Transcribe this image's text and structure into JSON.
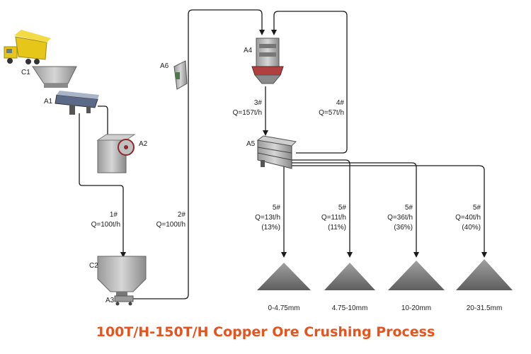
{
  "title": "100T/H-150T/H Copper Ore Crushing Process",
  "colors": {
    "title": "#e8531d",
    "lines": "#1a1a1a",
    "equipment": "#8a8a8a",
    "truck": "#e6c619"
  },
  "equipment": {
    "c1": "C1",
    "a1": "A1",
    "a2": "A2",
    "a6": "A6",
    "c2": "C2",
    "a3": "A3",
    "a4": "A4",
    "a5": "A5"
  },
  "streams": {
    "s1": {
      "id": "1#",
      "q": "Q=100t/h"
    },
    "s2": {
      "id": "2#",
      "q": "Q=100t/h"
    },
    "s3": {
      "id": "3#",
      "q": "Q=157t/h"
    },
    "s4": {
      "id": "4#",
      "q": "Q=57t/h"
    }
  },
  "products": [
    {
      "id": "5#",
      "q": "Q=13t/h",
      "pct": "(13%)",
      "size": "0-4.75mm"
    },
    {
      "id": "5#",
      "q": "Q=11t/h",
      "pct": "(11%)",
      "size": "4.75-10mm"
    },
    {
      "id": "5#",
      "q": "Q=36t/h",
      "pct": "(36%)",
      "size": "10-20mm"
    },
    {
      "id": "5#",
      "q": "Q=40t/h",
      "pct": "(40%)",
      "size": "20-31.5mm"
    }
  ]
}
